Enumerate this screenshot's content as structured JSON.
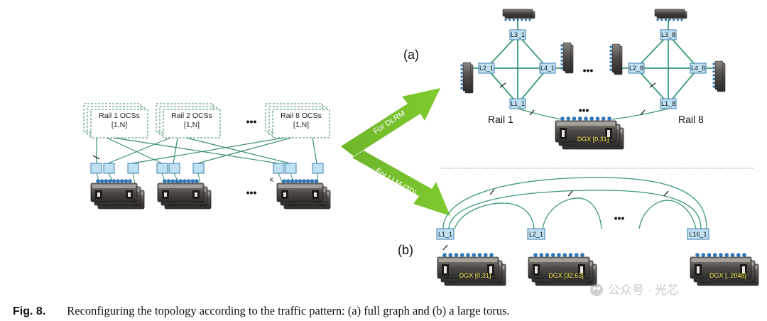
{
  "left_panel": {
    "ocs_groups": [
      {
        "title": "Rail 1 OCSs",
        "range": "[1,N]"
      },
      {
        "title": "Rail 2 OCSs",
        "range": "[1,N]"
      },
      {
        "title": "Rail 8 OCSs",
        "range": "[1,N]"
      }
    ],
    "ellipsis": "•••",
    "k_label": "K"
  },
  "arrows": {
    "top": "For DLRM",
    "bottom": "For LLM (3D)"
  },
  "panel_a": {
    "label": "(a)",
    "rail1": {
      "top": "L3_1",
      "left": "L2_1",
      "right": "L4_1",
      "bottom": "L1_1",
      "name": "Rail 1"
    },
    "rail8": {
      "top": "L3_8",
      "left": "L2_8",
      "right": "L4_8",
      "bottom": "L1_8",
      "name": "Rail 8"
    },
    "ellipsis": "•••",
    "dgx_label": "DGX [0,31]"
  },
  "panel_b": {
    "label": "(b)",
    "nodes": [
      "L1_1",
      "L2_1",
      "L16_1"
    ],
    "dgx_labels": [
      "DGX [0,31]",
      "DGX [32,63]",
      "DGX [..2048]"
    ],
    "ellipsis": "•••"
  },
  "watermark": "公众号 · 光芯",
  "caption": {
    "label": "Fig. 8.",
    "text": "Reconfiguring the topology according to the traffic pattern: (a) full graph and (b) a large torus."
  }
}
